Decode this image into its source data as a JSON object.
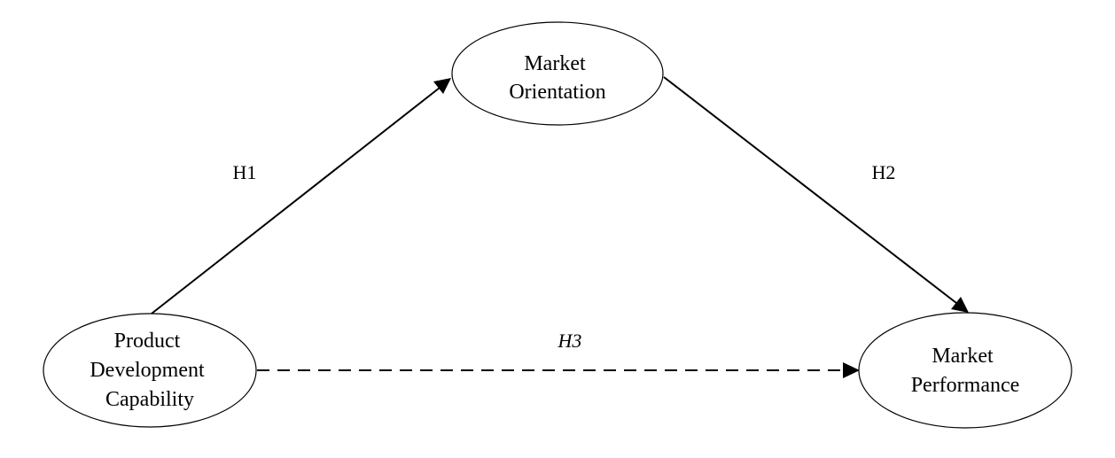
{
  "diagram": {
    "nodes": {
      "market_orientation": {
        "lines": [
          "Market",
          "Orientation"
        ]
      },
      "product_development": {
        "lines": [
          "Product",
          "Development",
          "Capability"
        ]
      },
      "market_performance": {
        "lines": [
          "Market",
          "Performance"
        ]
      }
    },
    "edges": {
      "h1": {
        "label": "H1",
        "style": "solid",
        "from": "Product Development Capability",
        "to": "Market Orientation"
      },
      "h2": {
        "label": "H2",
        "style": "solid",
        "from": "Market Orientation",
        "to": "Market Performance"
      },
      "h3": {
        "label": "H3",
        "style": "dashed",
        "label_style": "italic",
        "from": "Product Development Capability",
        "to": "Market Performance"
      }
    },
    "colors": {
      "stroke": "#000000",
      "background": "#ffffff"
    }
  }
}
